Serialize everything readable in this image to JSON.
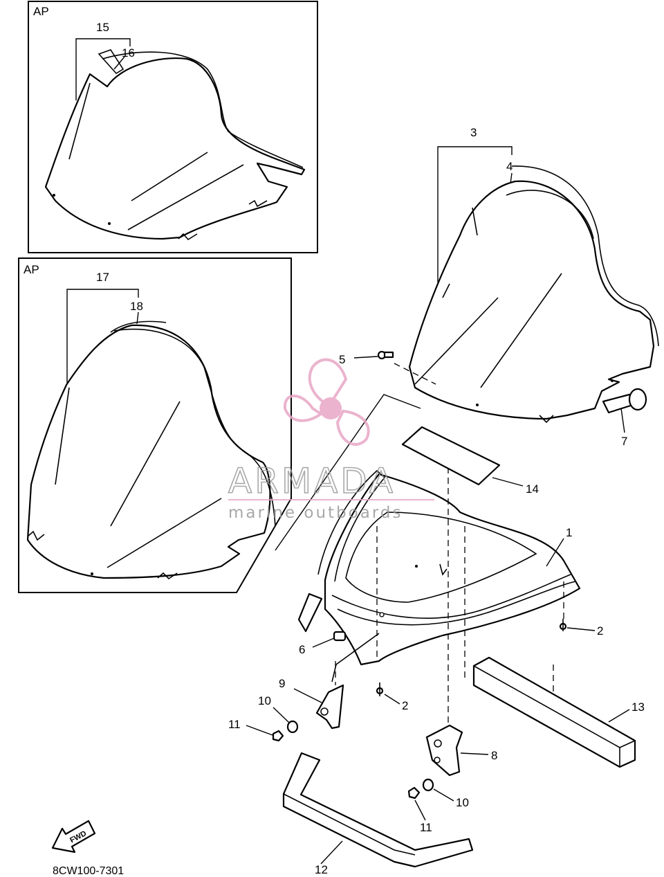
{
  "inset_labels": [
    "AP",
    "AP"
  ],
  "watermark": {
    "title": "ARMADA",
    "subtitle": "marine outboards",
    "logo_color": "#e8a6c6"
  },
  "callouts": {
    "c1": "1",
    "c2a": "2",
    "c2b": "2",
    "c3": "3",
    "c4": "4",
    "c5": "5",
    "c6": "6",
    "c7": "7",
    "c8": "8",
    "c9": "9",
    "c10a": "10",
    "c10b": "10",
    "c11a": "11",
    "c11b": "11",
    "c12": "12",
    "c13": "13",
    "c14": "14",
    "c15": "15",
    "c16": "16",
    "c17": "17",
    "c18": "18"
  },
  "fwd_label": "FWD",
  "doc_number": "8CW100-7301"
}
